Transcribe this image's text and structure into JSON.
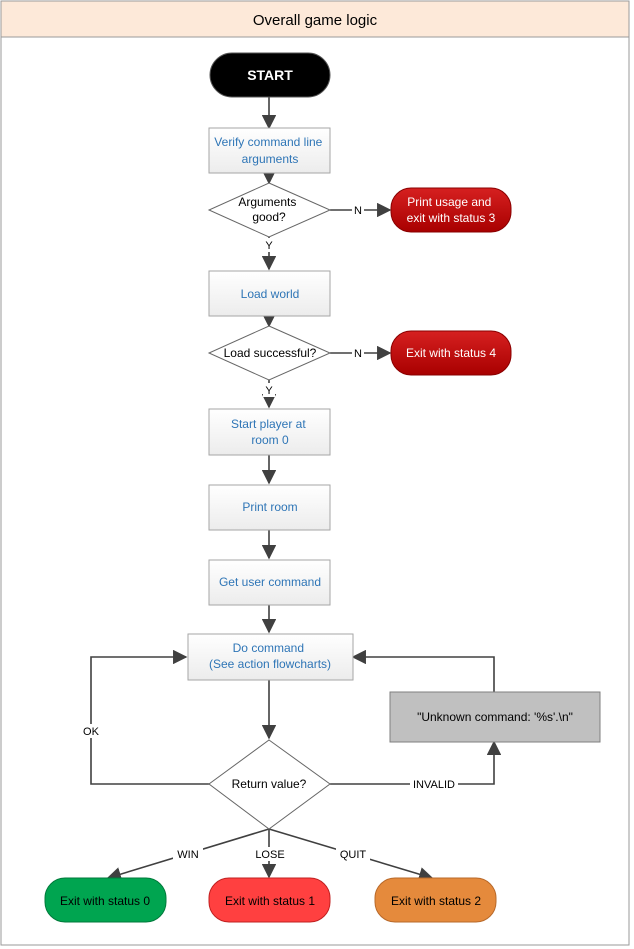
{
  "title": "Overall game logic",
  "colors": {
    "header_bg": "#fde9d9",
    "border": "#a6a6a6",
    "box_fill": "#f2f2f2",
    "box_text": "#2e75b6",
    "red": "#c00000",
    "green": "#00a550",
    "light_red": "#ff4040",
    "orange": "#e58a3c",
    "gray": "#c0c0c0"
  },
  "nodes": {
    "start": "START",
    "verify": [
      "Verify command line",
      "arguments"
    ],
    "args_good": [
      "Arguments",
      "good?"
    ],
    "print_usage": [
      "Print usage and",
      "exit with status 3"
    ],
    "load_world": "Load world",
    "load_ok": "Load successful?",
    "exit4": "Exit with status 4",
    "start_player": [
      "Start player at",
      "room 0"
    ],
    "print_room": "Print room",
    "get_cmd": "Get user command",
    "do_cmd": [
      "Do command",
      "(See action flowcharts)"
    ],
    "unknown": "\"Unknown command: '%s'.\\n\"",
    "return_val": "Return value?",
    "exit0": "Exit with status 0",
    "exit1": "Exit with status 1",
    "exit2": "Exit with status 2"
  },
  "edge_labels": {
    "args_no": "N",
    "args_yes": "Y",
    "load_no": "N",
    "load_yes": "Y",
    "ok": "OK",
    "invalid": "INVALID",
    "win": "WIN",
    "lose": "LOSE",
    "quit": "QUIT"
  }
}
